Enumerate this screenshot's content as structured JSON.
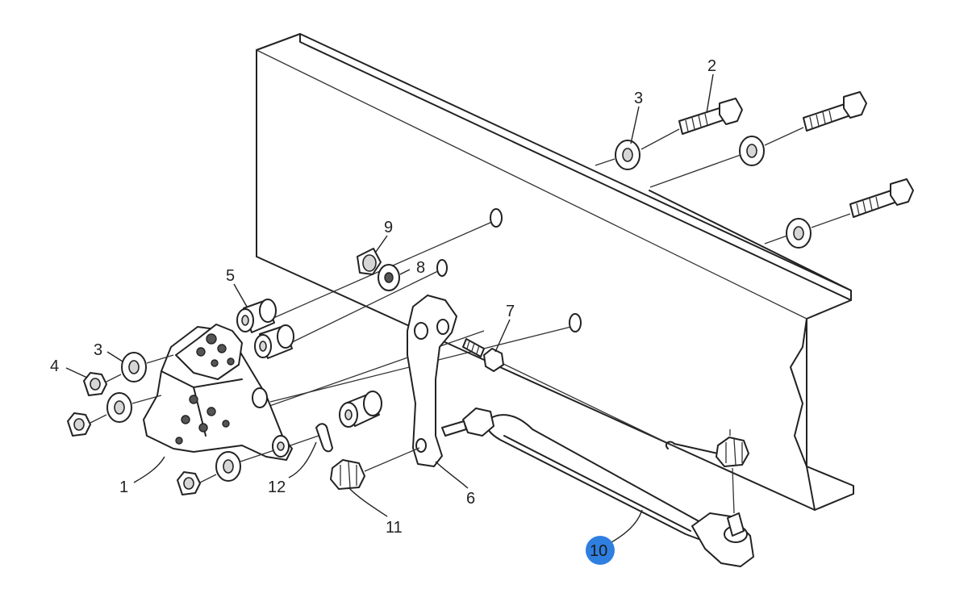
{
  "labels": {
    "part1": "1",
    "part2": "2",
    "part3_top": "3",
    "part3_left": "3",
    "part4": "4",
    "part5": "5",
    "part6": "6",
    "part7": "7",
    "part8": "8",
    "part9": "9",
    "part10": "10",
    "part11": "11",
    "part12": "12"
  },
  "colors": {
    "highlight": "#2f7fe0",
    "line": "#222222"
  }
}
